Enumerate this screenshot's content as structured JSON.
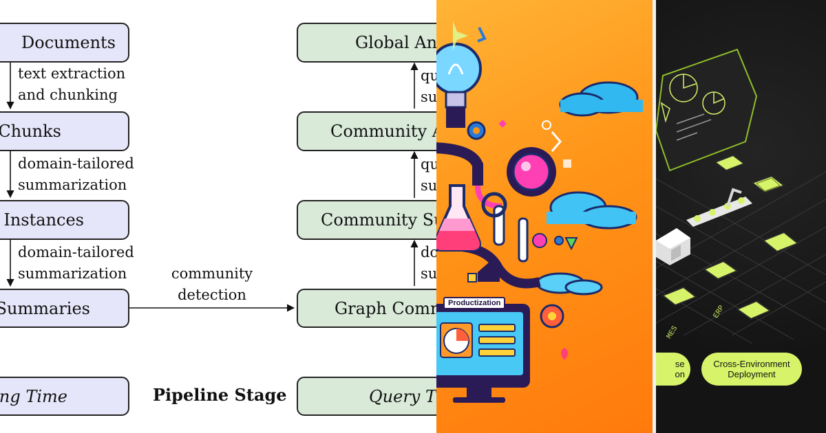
{
  "diagram": {
    "indexing": {
      "documents": "Documents",
      "chunks": "Chunks",
      "instances": "t Instances",
      "summaries": "Summaries",
      "footer": "ing Time"
    },
    "query": {
      "global": "Global An",
      "community_a": "Community A",
      "community_s": "Community Su",
      "graph": "Graph Comm",
      "footer": "Query T"
    },
    "edge_labels": {
      "extraction_1": "text extraction",
      "extraction_2": "and chunking",
      "tailored_a_1": "domain-tailored",
      "tailored_a_2": "summarization",
      "tailored_b_1": "domain-tailored",
      "tailored_b_2": "summarization",
      "detection_1": "community",
      "detection_2": "detection",
      "q1_1": "qu",
      "q1_2": "su",
      "q2_1": "qu",
      "q2_2": "su",
      "q3_1": "do",
      "q3_2": "su"
    },
    "stage_title": "Pipeline Stage"
  },
  "illustration": {
    "badge": "Productization"
  },
  "platform": {
    "pill_left_1": "se",
    "pill_left_2": "on",
    "pill_right_1": "Cross-Environment",
    "pill_right_2": "Deployment",
    "label_erp": "ERP",
    "label_mes": "MES"
  },
  "colors": {
    "indexing_fill": "#e6e6fa",
    "query_fill": "#d9ead9",
    "art_orange": "#ff9418",
    "platform_accent": "#d6f36a"
  }
}
